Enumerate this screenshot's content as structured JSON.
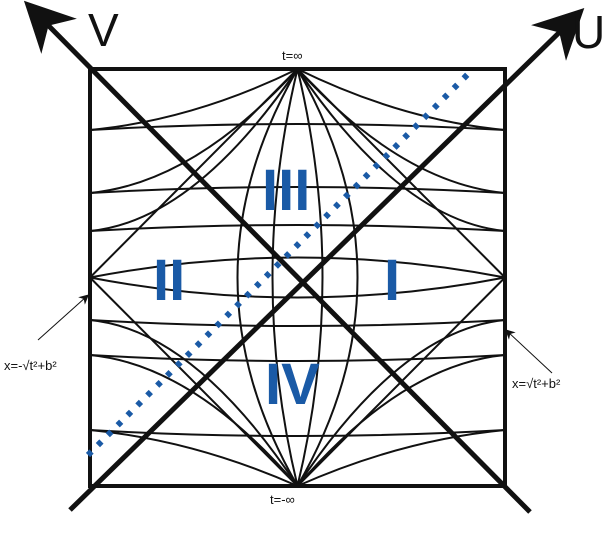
{
  "axes": {
    "v_label": "V",
    "u_label": "U"
  },
  "time_labels": {
    "top": "t=∞",
    "bottom": "t=-∞"
  },
  "regions": {
    "I": "I",
    "II": "II",
    "III": "III",
    "IV": "IV"
  },
  "annotations": {
    "left": "x=-√t²+b²",
    "right": "x=√t²+b²"
  },
  "colors": {
    "line": "#111111",
    "region_text": "#1a5aa6",
    "dotted_line": "#1a5aa6"
  }
}
